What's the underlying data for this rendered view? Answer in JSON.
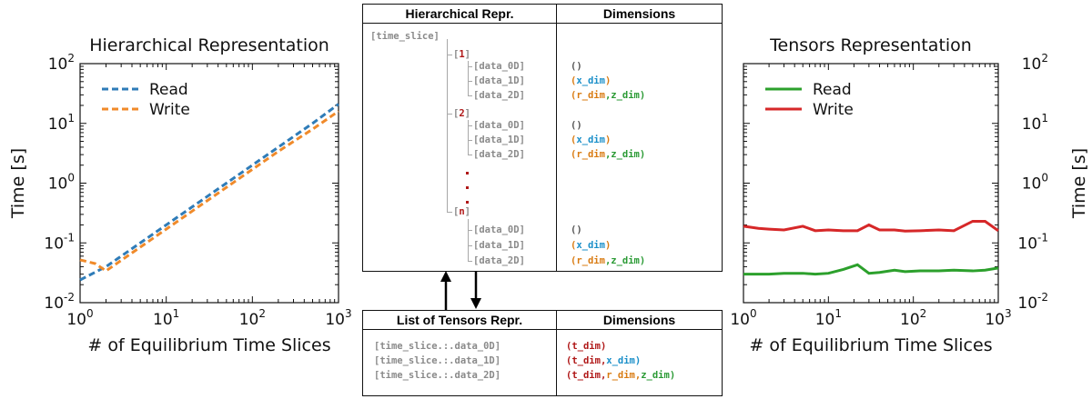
{
  "chart_data": [
    {
      "type": "line",
      "title": "Hierarchical Representation",
      "xlabel": "# of Equilibrium Time Slices",
      "ylabel": "Time [s]",
      "xscale": "log",
      "yscale": "log",
      "xlim": [
        1,
        1000
      ],
      "ylim": [
        0.01,
        100
      ],
      "x_ticks": [
        "10^0",
        "10^1",
        "10^2",
        "10^3"
      ],
      "y_ticks": [
        "10^-2",
        "10^-1",
        "10^0",
        "10^1",
        "10^2"
      ],
      "legend_position": "top-left",
      "series": [
        {
          "name": "Read",
          "color": "#2f7cb8",
          "dash": true,
          "points": [
            [
              1,
              0.024
            ],
            [
              2,
              0.04
            ],
            [
              5,
              0.1
            ],
            [
              10,
              0.2
            ],
            [
              20,
              0.4
            ],
            [
              50,
              1.0
            ],
            [
              100,
              2.0
            ],
            [
              200,
              4.0
            ],
            [
              500,
              10.0
            ],
            [
              1000,
              21.0
            ]
          ]
        },
        {
          "name": "Write",
          "color": "#f08a2a",
          "dash": true,
          "points": [
            [
              1,
              0.052
            ],
            [
              1.5,
              0.045
            ],
            [
              2,
              0.034
            ],
            [
              5,
              0.085
            ],
            [
              10,
              0.17
            ],
            [
              20,
              0.34
            ],
            [
              50,
              0.85
            ],
            [
              100,
              1.7
            ],
            [
              200,
              3.4
            ],
            [
              500,
              8.0
            ],
            [
              1000,
              16.0
            ]
          ]
        }
      ]
    },
    {
      "type": "line",
      "title": "Tensors Representation",
      "xlabel": "# of Equilibrium Time Slices",
      "ylabel": "Time [s]",
      "xscale": "log",
      "yscale": "log",
      "xlim": [
        1,
        1000
      ],
      "ylim": [
        0.01,
        100
      ],
      "x_ticks": [
        "10^0",
        "10^1",
        "10^2",
        "10^3"
      ],
      "y_ticks": [
        "10^-2",
        "10^-1",
        "10^0",
        "10^1",
        "10^2"
      ],
      "legend_position": "top-left",
      "series": [
        {
          "name": "Read",
          "color": "#2ca02c",
          "dash": false,
          "points": [
            [
              1,
              0.03
            ],
            [
              2,
              0.03
            ],
            [
              3,
              0.031
            ],
            [
              5,
              0.031
            ],
            [
              7,
              0.03
            ],
            [
              10,
              0.031
            ],
            [
              15,
              0.036
            ],
            [
              22,
              0.043
            ],
            [
              30,
              0.031
            ],
            [
              40,
              0.032
            ],
            [
              60,
              0.035
            ],
            [
              80,
              0.033
            ],
            [
              120,
              0.034
            ],
            [
              200,
              0.034
            ],
            [
              300,
              0.035
            ],
            [
              500,
              0.034
            ],
            [
              700,
              0.035
            ],
            [
              1000,
              0.038
            ]
          ]
        },
        {
          "name": "Write",
          "color": "#d62728",
          "dash": false,
          "points": [
            [
              1,
              0.19
            ],
            [
              1.5,
              0.175
            ],
            [
              2,
              0.17
            ],
            [
              3,
              0.165
            ],
            [
              5,
              0.19
            ],
            [
              7,
              0.16
            ],
            [
              10,
              0.165
            ],
            [
              15,
              0.16
            ],
            [
              22,
              0.16
            ],
            [
              30,
              0.2
            ],
            [
              40,
              0.165
            ],
            [
              60,
              0.165
            ],
            [
              80,
              0.158
            ],
            [
              120,
              0.16
            ],
            [
              200,
              0.165
            ],
            [
              300,
              0.16
            ],
            [
              500,
              0.23
            ],
            [
              700,
              0.23
            ],
            [
              1000,
              0.16
            ]
          ]
        }
      ]
    }
  ],
  "hier_box": {
    "col1": "Hierarchical Repr.",
    "col2": "Dimensions",
    "root": "[time_slice]",
    "groups": [
      {
        "open": "[",
        "index": "1",
        "close": "]"
      },
      {
        "open": "[",
        "index": "2",
        "close": "]"
      },
      {
        "open": "[",
        "index": "n",
        "close": "]"
      }
    ],
    "leaf0": "[data_0D]",
    "leaf1": "[data_1D]",
    "leaf2": "[data_2D]",
    "dim0": "()",
    "lp": "(",
    "rp": ")",
    "comma": ",",
    "x_dim": "x_dim",
    "r_dim": "r_dim",
    "z_dim": "z_dim"
  },
  "tensors_box": {
    "col1": "List of Tensors Repr.",
    "col2": "Dimensions",
    "rows": [
      "[time_slice.:.data_0D]",
      "[time_slice.:.data_1D]",
      "[time_slice.:.data_2D]"
    ],
    "t_dim": "t_dim",
    "x_dim": "x_dim",
    "r_dim": "r_dim",
    "z_dim": "z_dim",
    "lp": "(",
    "rp": ")",
    "comma": ","
  }
}
